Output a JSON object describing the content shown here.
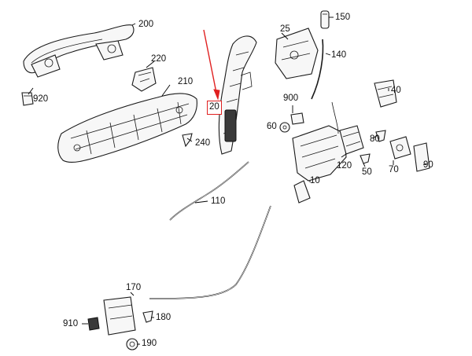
{
  "labels": {
    "l200": "200",
    "l220": "220",
    "l210": "210",
    "l240": "240",
    "l920": "920",
    "l20": "20",
    "l110": "110",
    "l25": "25",
    "l150": "150",
    "l140": "140",
    "l900": "900",
    "l60": "60",
    "l40": "40",
    "l80": "80",
    "l120": "120",
    "l50": "50",
    "l70": "70",
    "l90": "90",
    "l10": "10",
    "l170": "170",
    "l180": "180",
    "l910": "910",
    "l190": "190"
  },
  "highlight": {
    "part": "l20",
    "color": "#e02020"
  },
  "colors": {
    "line": "#1a1a1a",
    "highlight": "#e02020",
    "background": "#ffffff"
  }
}
